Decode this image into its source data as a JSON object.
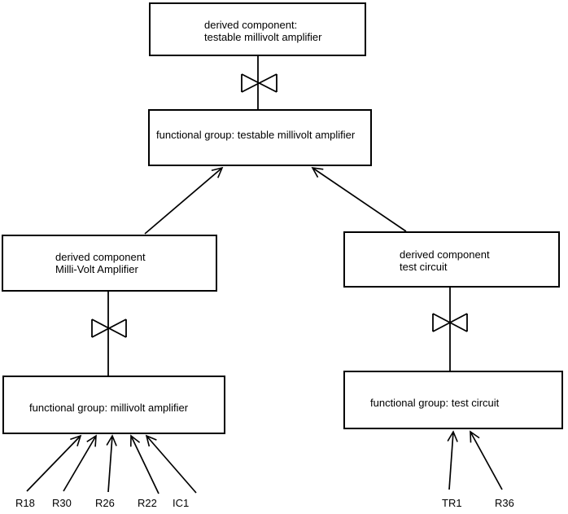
{
  "colors": {
    "background": "#ffffff",
    "line": "#000000",
    "text": "#000000"
  },
  "nodes": {
    "derived_testable": {
      "line1": "derived component:",
      "line2": "testable millivolt amplifier"
    },
    "fg_testable": {
      "label": "functional group: testable millivolt amplifier"
    },
    "derived_mv": {
      "line1": "derived component",
      "line2": "Milli-Volt Amplifier"
    },
    "fg_mv": {
      "label": "functional group: millivolt amplifier"
    },
    "derived_tc": {
      "line1": "derived component",
      "line2": "test circuit"
    },
    "fg_tc": {
      "label": "functional group: test circuit"
    }
  },
  "components_left": [
    "R18",
    "R30",
    "R26",
    "R22",
    "IC1"
  ],
  "components_right": [
    "TR1",
    "R36"
  ],
  "edges": [
    {
      "from": "derived_testable",
      "to": "fg_testable",
      "type": "bowtie-connector"
    },
    {
      "from": "derived_mv",
      "to": "fg_testable",
      "type": "arrow"
    },
    {
      "from": "derived_tc",
      "to": "fg_testable",
      "type": "arrow"
    },
    {
      "from": "derived_mv",
      "to": "fg_mv",
      "type": "bowtie-connector"
    },
    {
      "from": "derived_tc",
      "to": "fg_tc",
      "type": "bowtie-connector"
    },
    {
      "from": "R18",
      "to": "fg_mv",
      "type": "arrow"
    },
    {
      "from": "R30",
      "to": "fg_mv",
      "type": "arrow"
    },
    {
      "from": "R26",
      "to": "fg_mv",
      "type": "arrow"
    },
    {
      "from": "R22",
      "to": "fg_mv",
      "type": "arrow"
    },
    {
      "from": "IC1",
      "to": "fg_mv",
      "type": "arrow"
    },
    {
      "from": "TR1",
      "to": "fg_tc",
      "type": "arrow"
    },
    {
      "from": "R36",
      "to": "fg_tc",
      "type": "arrow"
    }
  ]
}
